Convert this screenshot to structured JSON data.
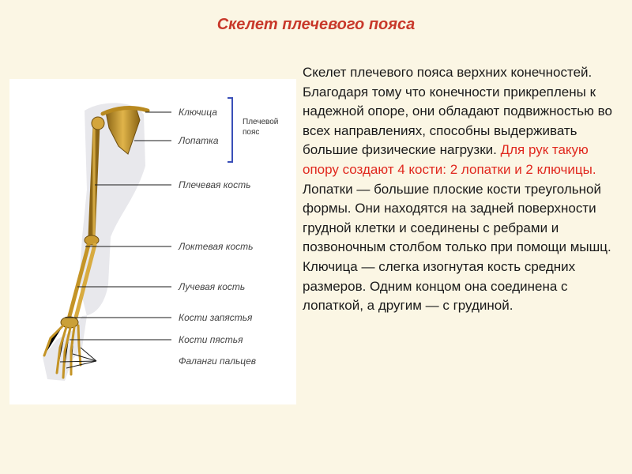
{
  "title": "Скелет плечевого пояса",
  "figure": {
    "labels": {
      "clavicle": "Ключица",
      "scapula": "Лопатка",
      "humerus": "Плечевая кость",
      "ulna": "Локтевая кость",
      "radius": "Лучевая кость",
      "carpals": "Кости запястья",
      "metacarpals": "Кости пястья",
      "phalanges": "Фаланги пальцев"
    },
    "group_label_line1": "Плечевой",
    "group_label_line2": "пояс"
  },
  "text": {
    "part1": "Скелет плечевого пояса  верхних конечностей. Благодаря тому что конечности прикреплены к надежной опоре, они обладают подвижностью во всех направлениях, способны выдерживать большие физические нагрузки. ",
    "highlight": "Для рук такую опору создают 4 кости: 2 лопатки и 2 ключицы.",
    "part2": " Лопатки — большие плоские кости треугольной формы. Они находятся на задней поверхности грудной клетки и соединены с ребрами и позвоночным столбом только при помощи мышц. Ключица — слегка изогнутая кость средних размеров. Одним концом она соединена с лопаткой, а другим — с грудиной."
  },
  "colors": {
    "title": "#c8382a",
    "highlight": "#e0281e",
    "bone": "#c89a2a",
    "bracket": "#3a4fb8"
  }
}
